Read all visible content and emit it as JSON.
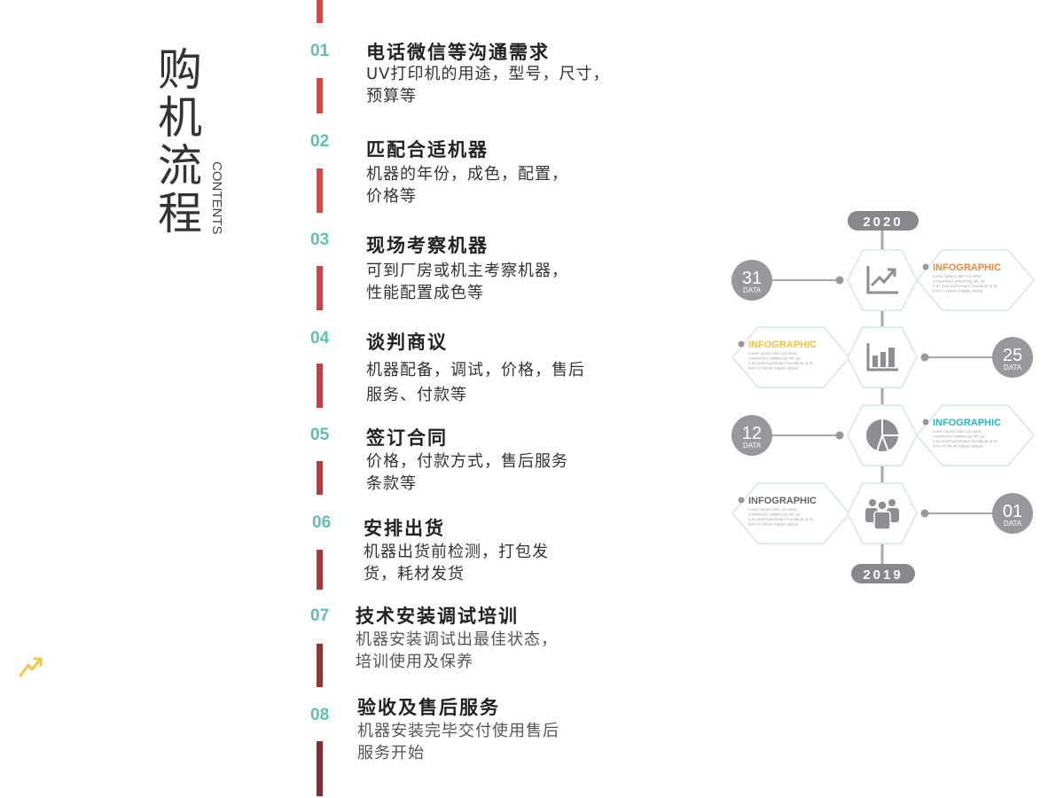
{
  "heading": {
    "title": "购机流程",
    "subtitle": "CONTENTS"
  },
  "steps": [
    {
      "number": "01",
      "title": "电话微信等沟通需求",
      "desc": "UV打印机的用途，型号，尺寸，预算等"
    },
    {
      "number": "02",
      "title": "匹配合适机器",
      "desc": "机器的年份，成色，配置，价格等"
    },
    {
      "number": "03",
      "title": "现场考察机器",
      "desc": "可到厂房或机主考察机器，性能配置成色等"
    },
    {
      "number": "04",
      "title": "谈判商议",
      "desc": "机器配备，调试，价格，售后服务、付款等"
    },
    {
      "number": "05",
      "title": "签订合同",
      "desc": "价格，付款方式，售后服务条款等"
    },
    {
      "number": "06",
      "title": "安排出货",
      "desc": "机器出货前检测，打包发货，耗材发货"
    },
    {
      "number": "07",
      "title": "技术安装调试培训",
      "desc": "机器安装调试出最佳状态，培训使用及保养"
    },
    {
      "number": "08",
      "title": "验收及售后服务",
      "desc": "机器安装完毕交付使用售后服务开始"
    }
  ],
  "infographic": {
    "year_top": "2020",
    "year_bottom": "2019",
    "rows": [
      {
        "icon": "line-chart-icon",
        "value": "31",
        "unit": "DATA",
        "label": "INFOGRAPHIC",
        "label_color": "#f08a3c",
        "text": "Lorem ipsum dolor sit amet, consectetur adipiscing elit, sed do eiusmod tempor incididunt ut labore et dolore magna aliqua."
      },
      {
        "icon": "bar-chart-icon",
        "value": "25",
        "unit": "DATA",
        "label": "INFOGRAPHIC",
        "label_color": "#f5c33b",
        "text": "Lorem ipsum dolor sit amet, consectetur adipiscing elit, sed do eiusmod tempor incididunt ut labore et dolore magna aliqua."
      },
      {
        "icon": "pie-chart-icon",
        "value": "12",
        "unit": "DATA",
        "label": "INFOGRAPHIC",
        "label_color": "#27b6c0",
        "text": "Lorem ipsum dolor sit amet, consectetur adipiscing elit, sed do eiusmod tempor incididunt ut labore et dolore magna aliqua."
      },
      {
        "icon": "people-icon",
        "value": "01",
        "unit": "DATA",
        "label": "INFOGRAPHIC",
        "label_color": "#666666",
        "text": "Lorem ipsum dolor sit amet, consectetur adipiscing elit, sed do eiusmod tempor incididunt ut labore et dolore magna aliqua."
      }
    ]
  },
  "colors": {
    "accent_number": "#5cc0b2",
    "bar_top": "#e8404a",
    "bar_bottom": "#8b2a2a",
    "gray": "#98979c"
  }
}
